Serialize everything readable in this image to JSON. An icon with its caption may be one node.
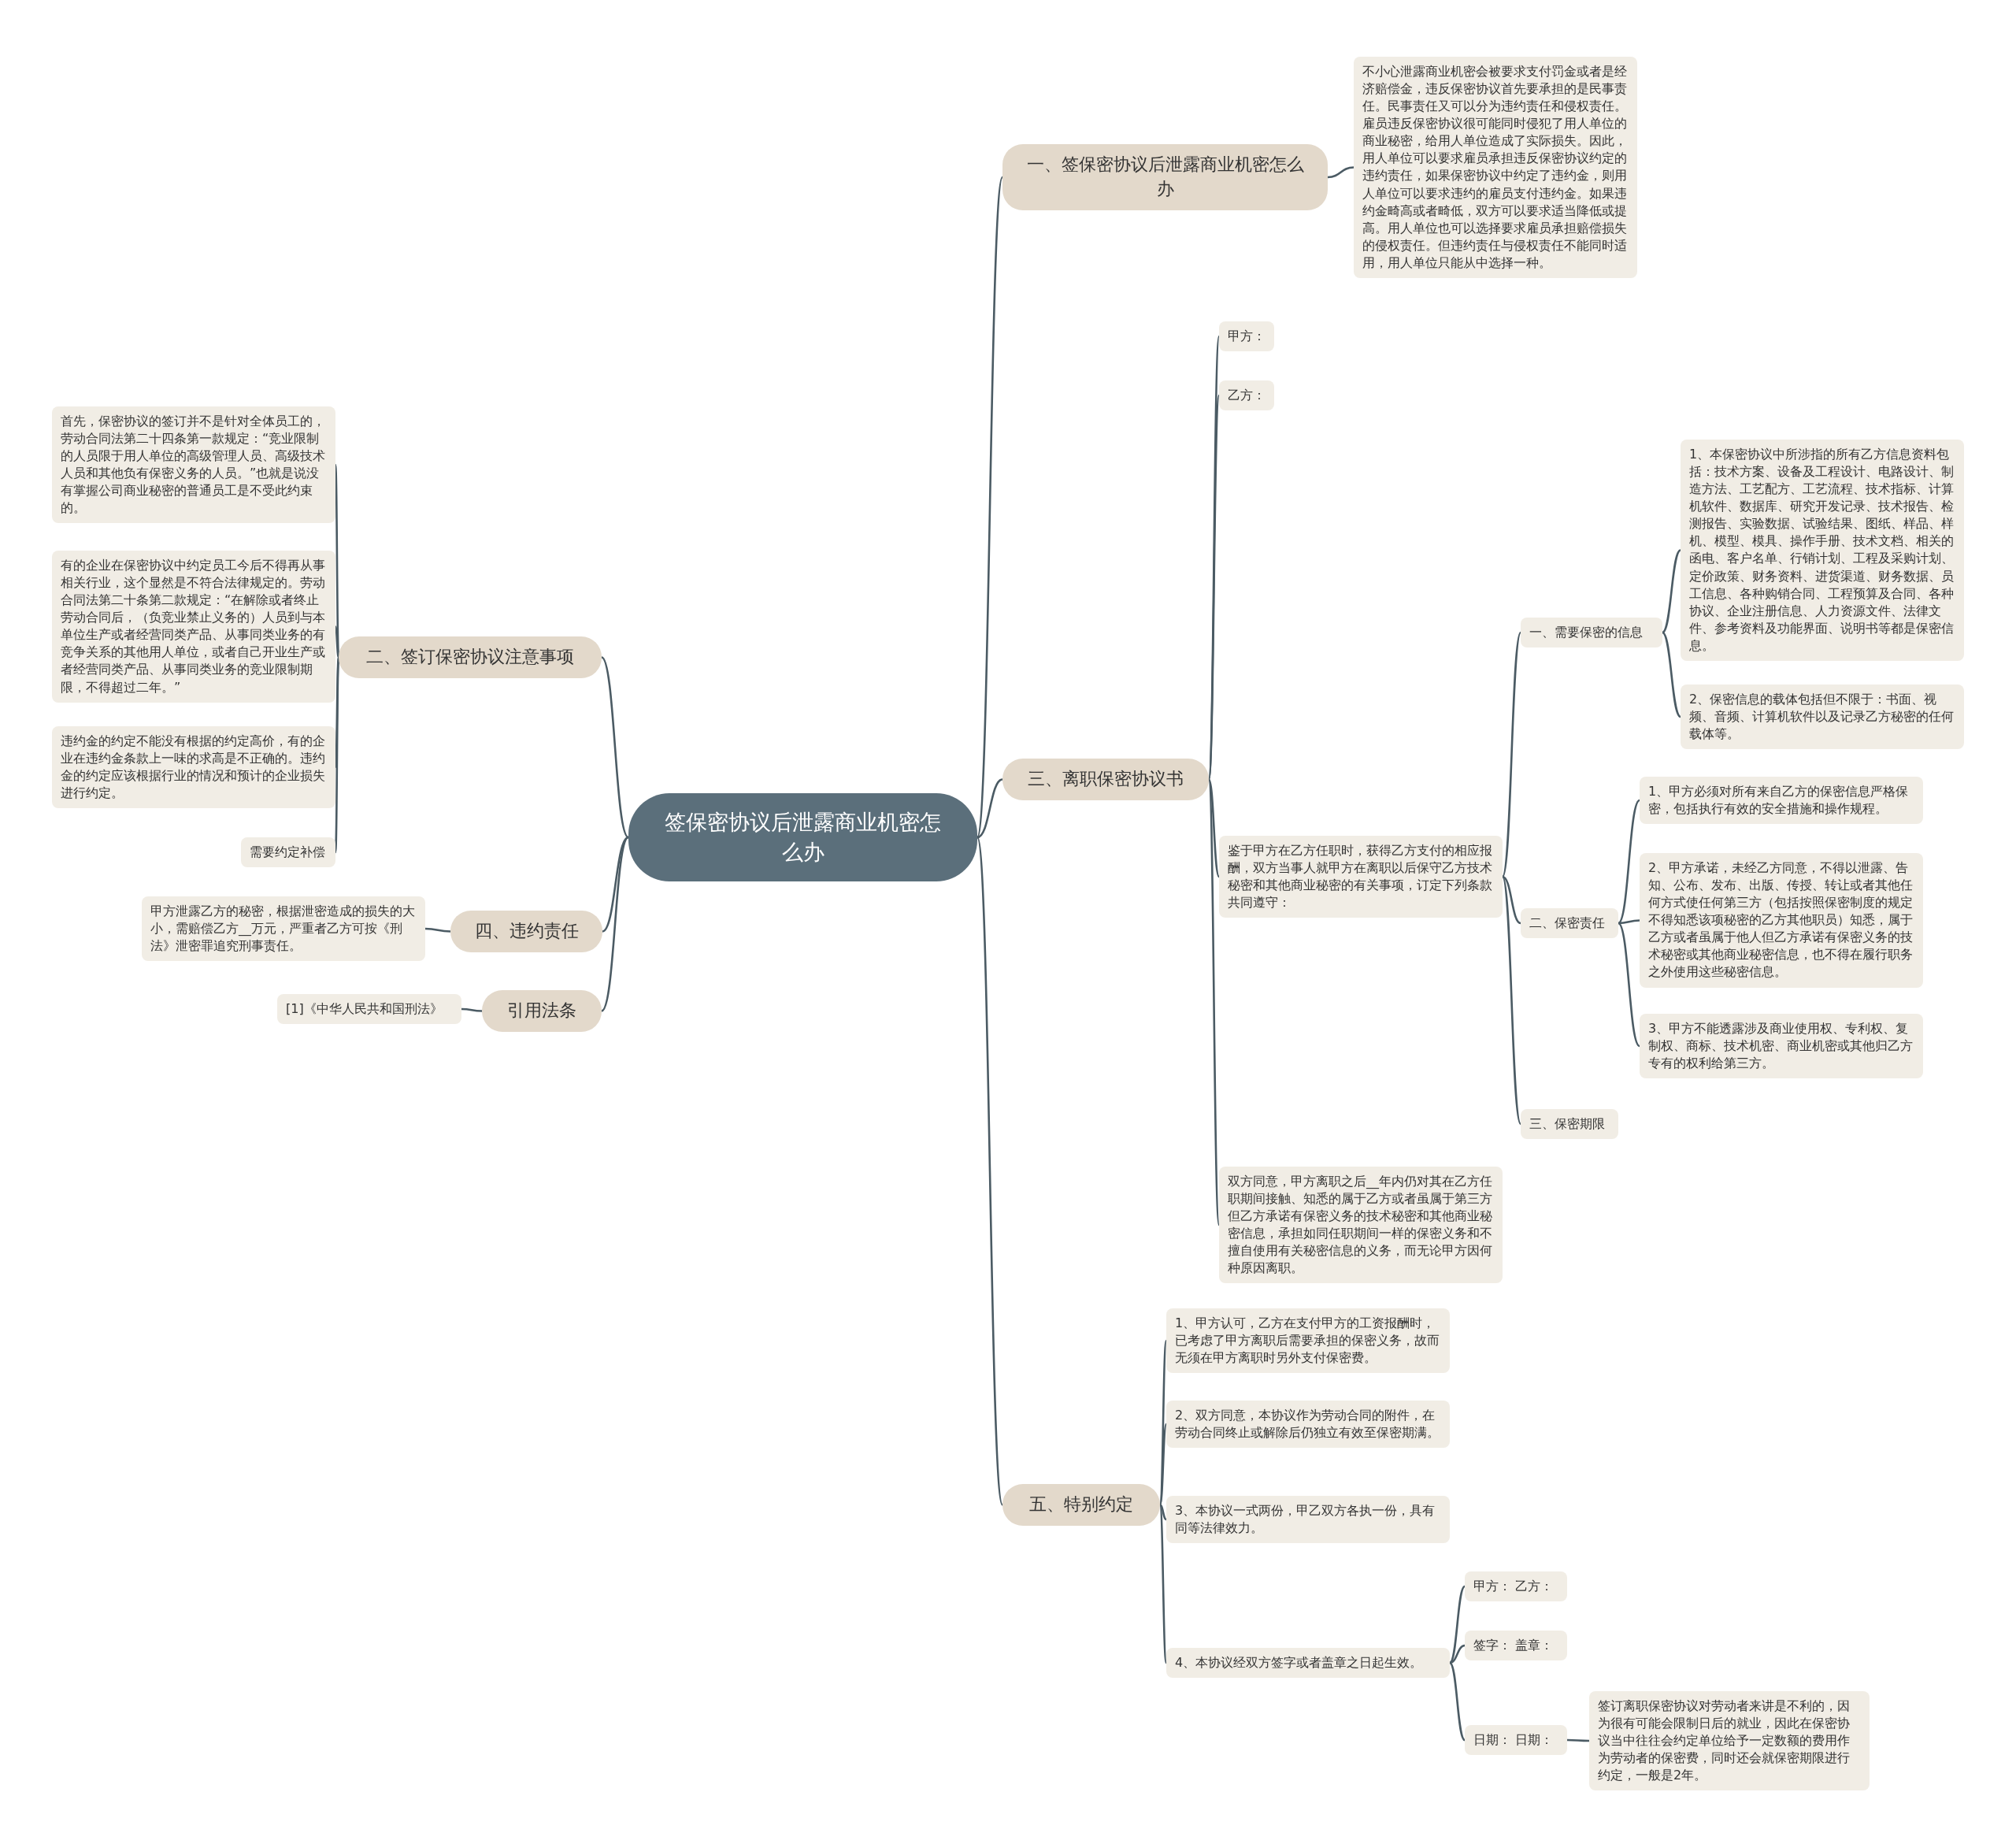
{
  "diagram": {
    "nodes": [
      {
        "text": [
          "签保密协议后泄露商业机密怎么办"
        ]
      },
      {
        "text": [
          "一、签保密协议后泄露商业机密怎么办"
        ]
      },
      {
        "text": [
          "不小心泄露商业机密会被要求支付罚金或者是经济赔偿金，违反保密协议首先要承担的是民事责任。民事责任又可以分为违约责任和侵权责任。雇员违反保密协议很可能同时侵犯了用人单位的商业秘密，给用人单位造成了实际损失。因此，用人单位可以要求雇员承担违反保密协议约定的违约责任，如果保密协议中约定了违约金，则用人单位可以要求违约的雇员支付违约金。如果违约金畸高或者畸低，双方可以要求适当降低或提高。用人单位也可以选择要求雇员承担赔偿损失的侵权责任。但违约责任与侵权责任不能同时适用，用人单位只能从中选择一种。"
        ]
      },
      {
        "text": [
          "二、签订保密协议注意事项"
        ]
      },
      {
        "text": [
          "首先，保密协议的签订并不是针对全体员工的，劳动合同法第二十四条第一款规定：“竞业限制的人员限于用人单位的高级管理人员、高级技术人员和其他负有保密义务的人员。”也就是说没有掌握公司商业秘密的普通员工是不受此约束的。"
        ]
      },
      {
        "text": [
          "有的企业在保密协议中约定员工今后不得再从事相关行业，这个显然是不符合法律规定的。劳动合同法第二十条第二款规定：“在解除或者终止劳动合同后，（负竞业禁止义务的）人员到与本单位生产或者经营同类产品、从事同类业务的有竞争关系的其他用人单位，或者自己开业生产或者经营同类产品、从事同类业务的竞业限制期限，不得超过二年。”"
        ]
      },
      {
        "text": [
          "违约金的约定不能没有根据的约定高价，有的企业在违约金条款上一味的求高是不正确的。违约金的约定应该根据行业的情况和预计的企业损失进行约定。"
        ]
      },
      {
        "text": [
          "需要约定补偿"
        ]
      },
      {
        "text": [
          "三、离职保密协议书"
        ]
      },
      {
        "text": [
          "甲方："
        ]
      },
      {
        "text": [
          "乙方："
        ]
      },
      {
        "text": [
          "鉴于甲方在乙方任职时，获得乙方支付的相应报酬，双方当事人就甲方在离职以后保守乙方技术秘密和其他商业秘密的有关事项，订定下列条款共同遵守："
        ]
      },
      {
        "text": [
          "一、需要保密的信息"
        ]
      },
      {
        "text": [
          "1、本保密协议中所涉指的所有乙方信息资料包括：技术方案、设备及工程设计、电路设计、制造方法、工艺配方、工艺流程、技术指标、计算机软件、数据库、研究开发记录、技术报告、检测报告、实验数据、试验结果、图纸、样品、样机、模型、模具、操作手册、技术文档、相关的函电、客户名单、行销计划、工程及采购计划、定价政策、财务资料、进货渠道、财务数据、员工信息、各种购销合同、工程预算及合同、各种协议、企业注册信息、人力资源文件、法律文件、参考资料及功能界面、说明书等都是保密信息。"
        ]
      },
      {
        "text": [
          "2、保密信息的载体包括但不限于：书面、视频、音频、计算机软件以及记录乙方秘密的任何载体等。"
        ]
      },
      {
        "text": [
          "二、保密责任"
        ]
      },
      {
        "text": [
          "1、甲方必须对所有来自乙方的保密信息严格保密，包括执行有效的安全措施和操作规程。"
        ]
      },
      {
        "text": [
          "2、甲方承诺，未经乙方同意，不得以泄露、告知、公布、发布、出版、传授、转让或者其他任何方式使任何第三方（包括按照保密制度的规定不得知悉该项秘密的乙方其他职员）知悉，属于乙方或者虽属于他人但乙方承诺有保密义务的技术秘密或其他商业秘密信息，也不得在履行职务之外使用这些秘密信息。"
        ]
      },
      {
        "text": [
          "3、甲方不能透露涉及商业使用权、专利权、复制权、商标、技术机密、商业机密或其他归乙方专有的权利给第三方。"
        ]
      },
      {
        "text": [
          "三、保密期限"
        ]
      },
      {
        "text": [
          "双方同意，甲方离职之后__年内仍对其在乙方任职期间接触、知悉的属于乙方或者虽属于第三方但乙方承诺有保密义务的技术秘密和其他商业秘密信息，承担如同任职期间一样的保密义务和不擅自使用有关秘密信息的义务，而无论甲方因何种原因离职。"
        ]
      },
      {
        "text": [
          "五、特别约定"
        ]
      },
      {
        "text": [
          "1、甲方认可，乙方在支付甲方的工资报酬时，已考虑了甲方离职后需要承担的保密义务，故而无须在甲方离职时另外支付保密费。"
        ]
      },
      {
        "text": [
          "2、双方同意，本协议作为劳动合同的附件，在劳动合同终止或解除后仍独立有效至保密期满。"
        ]
      },
      {
        "text": [
          "3、本协议一式两份，甲乙双方各执一份，具有同等法律效力。"
        ]
      },
      {
        "text": [
          "4、本协议经双方签字或者盖章之日起生效。"
        ]
      },
      {
        "text": [
          "甲方： 乙方："
        ]
      },
      {
        "text": [
          "签字： 盖章："
        ]
      },
      {
        "text": [
          "日期： 日期："
        ]
      },
      {
        "text": [
          "签订离职保密协议对劳动者来讲是不利的，因为很有可能会限制日后的就业，因此在保密协议当中往往会约定单位给予一定数额的费用作为劳动者的保密费，同时还会就保密期限进行约定，一般是2年。"
        ]
      },
      {
        "text": [
          "四、违约责任"
        ]
      },
      {
        "text": [
          "甲方泄露乙方的秘密，根据泄密造成的损失的大小，需赔偿乙方__万元，严重者乙方可按《刑法》泄密罪追究刑事责任。"
        ]
      },
      {
        "text": [
          "引用法条"
        ]
      },
      {
        "text": [
          "[1]《中华人民共和国刑法》"
        ]
      }
    ],
    "edges": [
      {
        "from": 0,
        "to": 1,
        "arrow": "none"
      },
      {
        "from": 1,
        "to": 2,
        "arrow": "none"
      },
      {
        "from": 0,
        "to": 3,
        "arrow": "none"
      },
      {
        "from": 3,
        "to": 4,
        "arrow": "none"
      },
      {
        "from": 3,
        "to": 5,
        "arrow": "none"
      },
      {
        "from": 3,
        "to": 6,
        "arrow": "none"
      },
      {
        "from": 3,
        "to": 7,
        "arrow": "none"
      },
      {
        "from": 0,
        "to": 8,
        "arrow": "none"
      },
      {
        "from": 8,
        "to": 9,
        "arrow": "none"
      },
      {
        "from": 8,
        "to": 10,
        "arrow": "none"
      },
      {
        "from": 8,
        "to": 11,
        "arrow": "none"
      },
      {
        "from": 8,
        "to": 20,
        "arrow": "none"
      },
      {
        "from": 11,
        "to": 12,
        "arrow": "none"
      },
      {
        "from": 11,
        "to": 15,
        "arrow": "none"
      },
      {
        "from": 11,
        "to": 19,
        "arrow": "none"
      },
      {
        "from": 12,
        "to": 13,
        "arrow": "none"
      },
      {
        "from": 12,
        "to": 14,
        "arrow": "none"
      },
      {
        "from": 15,
        "to": 16,
        "arrow": "none"
      },
      {
        "from": 15,
        "to": 17,
        "arrow": "none"
      },
      {
        "from": 15,
        "to": 18,
        "arrow": "none"
      },
      {
        "from": 0,
        "to": 21,
        "arrow": "none"
      },
      {
        "from": 21,
        "to": 22,
        "arrow": "none"
      },
      {
        "from": 21,
        "to": 23,
        "arrow": "none"
      },
      {
        "from": 21,
        "to": 24,
        "arrow": "none"
      },
      {
        "from": 21,
        "to": 25,
        "arrow": "none"
      },
      {
        "from": 25,
        "to": 26,
        "arrow": "none"
      },
      {
        "from": 25,
        "to": 27,
        "arrow": "none"
      },
      {
        "from": 25,
        "to": 28,
        "arrow": "none"
      },
      {
        "from": 28,
        "to": 29,
        "arrow": "none"
      },
      {
        "from": 0,
        "to": 30,
        "arrow": "none"
      },
      {
        "from": 30,
        "to": 31,
        "arrow": "none"
      },
      {
        "from": 0,
        "to": 32,
        "arrow": "none"
      },
      {
        "from": 32,
        "to": 33,
        "arrow": "none"
      }
    ]
  }
}
